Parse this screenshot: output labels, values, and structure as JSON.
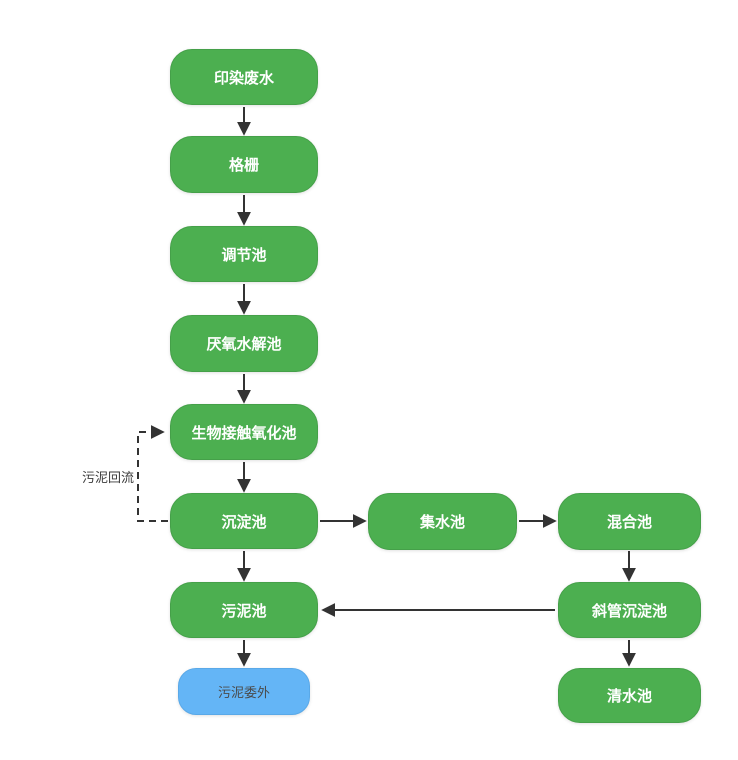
{
  "diagram": {
    "nodes": [
      {
        "id": "yinran-feishui",
        "label": "印染废水",
        "color": "#4CAF50"
      },
      {
        "id": "geshan",
        "label": "格栅",
        "color": "#4CAF50"
      },
      {
        "id": "tiaojiechi",
        "label": "调节池",
        "color": "#4CAF50"
      },
      {
        "id": "yanyang-shuijiechi",
        "label": "厌氧水解池",
        "color": "#4CAF50"
      },
      {
        "id": "shengwu-jiechu-yanghuachi",
        "label": "生物接触氧化池",
        "color": "#4CAF50"
      },
      {
        "id": "chendianchi",
        "label": "沉淀池",
        "color": "#4CAF50"
      },
      {
        "id": "wunichi",
        "label": "污泥池",
        "color": "#4CAF50"
      },
      {
        "id": "wuni-weiwai",
        "label": "污泥委外",
        "color": "#64B5F6"
      },
      {
        "id": "jishuichi",
        "label": "集水池",
        "color": "#4CAF50"
      },
      {
        "id": "hunhechi",
        "label": "混合池",
        "color": "#4CAF50"
      },
      {
        "id": "xieguan-chendianchi",
        "label": "斜管沉淀池",
        "color": "#4CAF50"
      },
      {
        "id": "qingshuichi",
        "label": "清水池",
        "color": "#4CAF50"
      }
    ],
    "edges": [
      {
        "from": "印染废水",
        "to": "格栅",
        "style": "solid"
      },
      {
        "from": "格栅",
        "to": "调节池",
        "style": "solid"
      },
      {
        "from": "调节池",
        "to": "厌氧水解池",
        "style": "solid"
      },
      {
        "from": "厌氧水解池",
        "to": "生物接触氧化池",
        "style": "solid"
      },
      {
        "from": "生物接触氧化池",
        "to": "沉淀池",
        "style": "solid"
      },
      {
        "from": "沉淀池",
        "to": "污泥池",
        "style": "solid"
      },
      {
        "from": "污泥池",
        "to": "污泥委外",
        "style": "solid"
      },
      {
        "from": "沉淀池",
        "to": "集水池",
        "style": "solid"
      },
      {
        "from": "集水池",
        "to": "混合池",
        "style": "solid"
      },
      {
        "from": "混合池",
        "to": "斜管沉淀池",
        "style": "solid"
      },
      {
        "from": "斜管沉淀池",
        "to": "污泥池",
        "style": "solid"
      },
      {
        "from": "斜管沉淀池",
        "to": "清水池",
        "style": "solid"
      },
      {
        "from": "沉淀池",
        "to": "生物接触氧化池",
        "style": "dashed",
        "label": "污泥回流"
      }
    ],
    "annotations": {
      "sludge_return": "污泥回流"
    },
    "colors": {
      "node_green": "#4CAF50",
      "node_blue": "#64B5F6",
      "arrow": "#333333"
    }
  }
}
